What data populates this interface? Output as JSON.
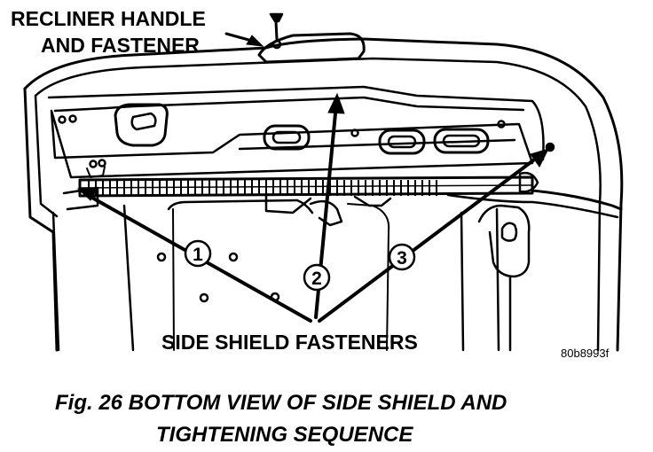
{
  "labels": {
    "recliner_line1": "RECLINER HANDLE",
    "recliner_line2": "AND FASTENER",
    "side_shield": "SIDE SHIELD FASTENERS",
    "ref_code": "80b8993f"
  },
  "callouts": [
    "1",
    "2",
    "3"
  ],
  "caption": {
    "line1": "Fig. 26 BOTTOM VIEW OF SIDE SHIELD AND",
    "line2": "TIGHTENING SEQUENCE"
  }
}
